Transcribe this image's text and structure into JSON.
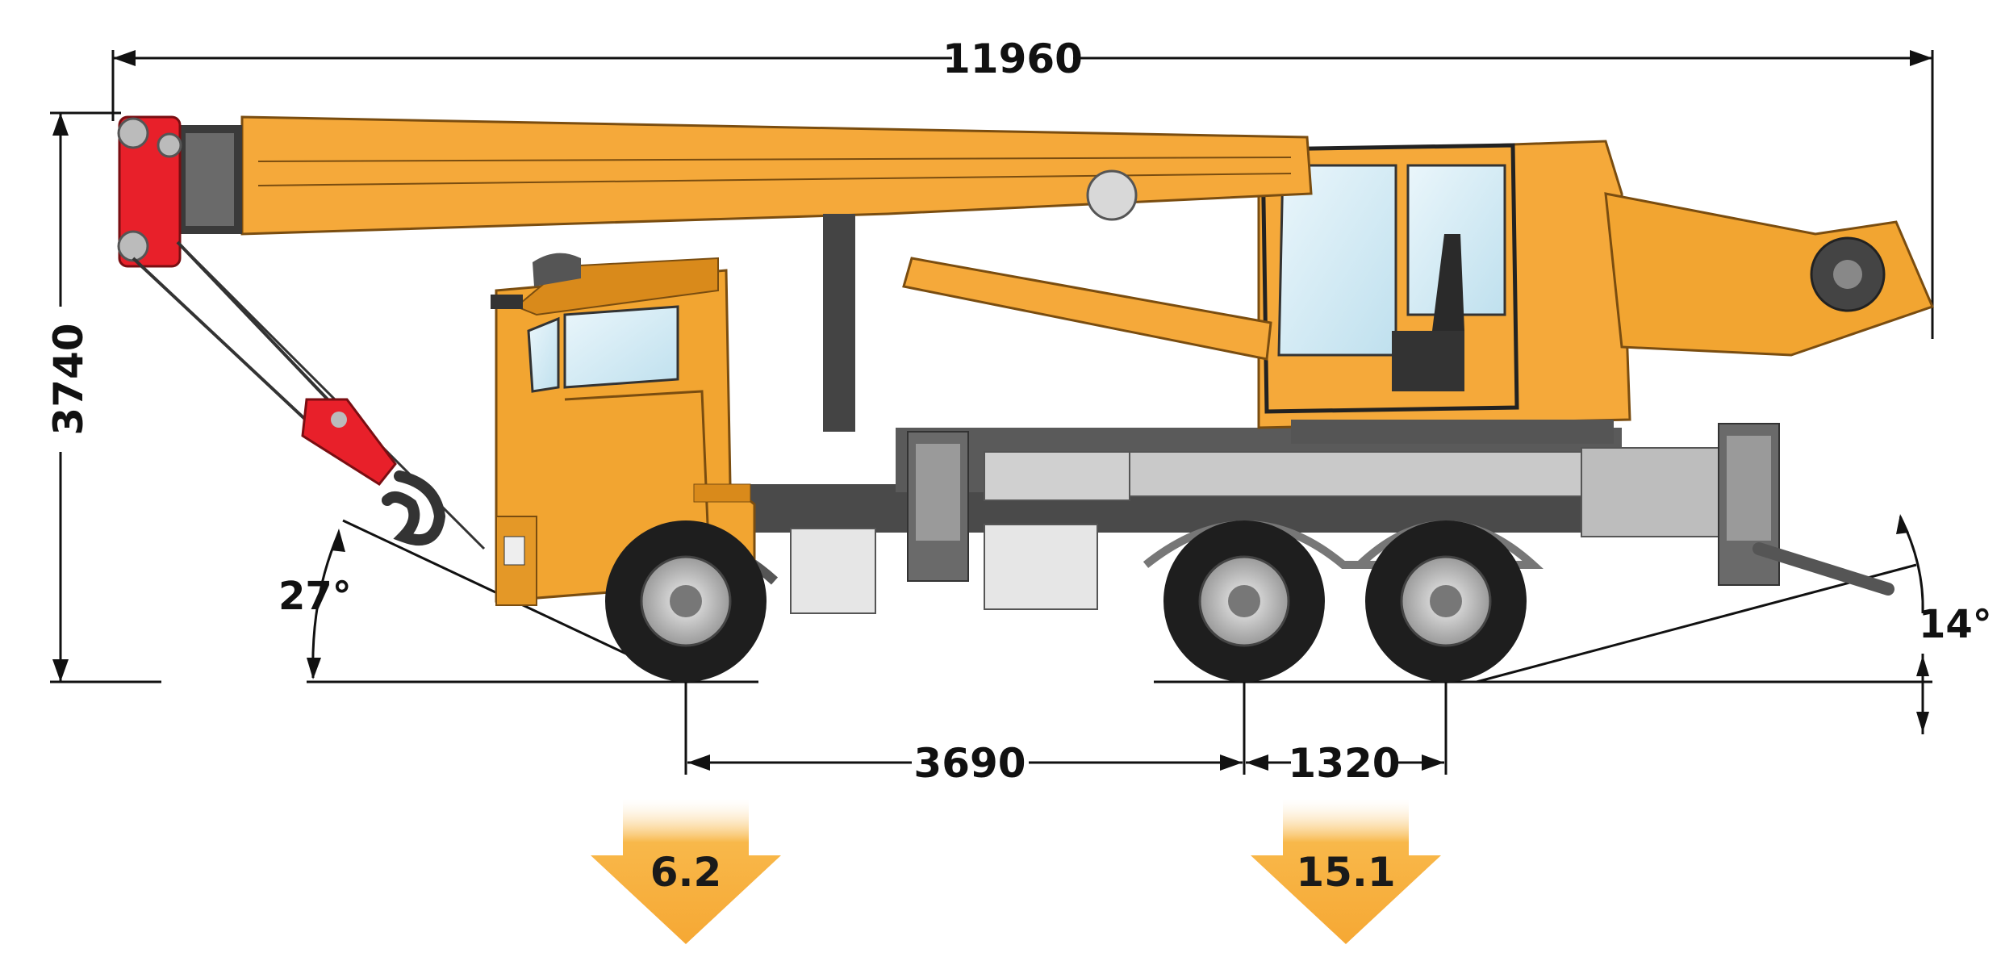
{
  "dimensions": {
    "overall_length": "11960",
    "overall_height": "3740",
    "wheelbase_front": "3690",
    "wheelbase_rear": "1320",
    "approach_angle": "27°",
    "departure_angle": "14°"
  },
  "axle_loads": {
    "front": "6.2",
    "rear": "15.1"
  },
  "colors": {
    "body_orange": "#f2a531",
    "dark_orange": "#d98a1b",
    "boom_orange": "#f5a93a",
    "hook_red": "#e8202a",
    "chassis_gray": "#4a4a4a",
    "tire_black": "#1e1e1e",
    "steel_light": "#c9c9c9",
    "arrow_orange": "#f8b84a"
  }
}
